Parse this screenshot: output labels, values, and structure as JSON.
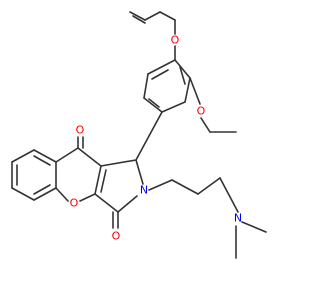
{
  "molecule": {
    "atoms": {
      "o_allyl": {
        "symbol": "O",
        "color": "#ff0000"
      },
      "o_ethoxy": {
        "symbol": "O",
        "color": "#ff0000"
      },
      "o_ketone_top": {
        "symbol": "O",
        "color": "#ff0000"
      },
      "o_pyran": {
        "symbol": "O",
        "color": "#ff0000"
      },
      "o_lactam": {
        "symbol": "O",
        "color": "#ff0000"
      },
      "n_ring": {
        "symbol": "N",
        "color": "#0000ff"
      },
      "n_amine": {
        "symbol": "N",
        "color": "#0000ff"
      }
    },
    "bond_color": "#333333"
  }
}
